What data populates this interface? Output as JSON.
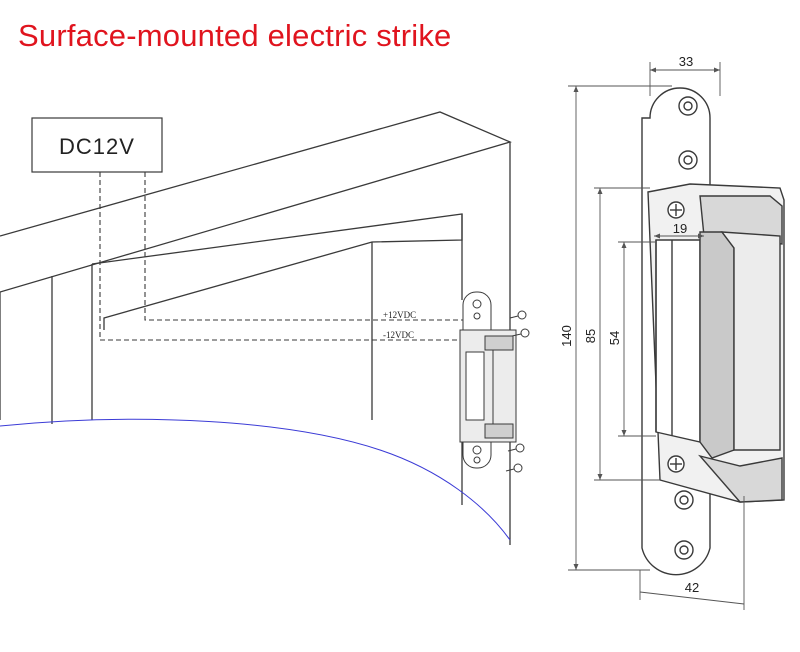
{
  "title": "Surface-mounted electric strike",
  "power_supply": {
    "label": "DC12V"
  },
  "wiring": {
    "positive": "+12VDC",
    "negative": "-12VDC"
  },
  "dimensions": {
    "top_width": "33",
    "bottom_width": "42",
    "overall_height": "140",
    "body_height": "85",
    "keeper_height": "54",
    "keeper_width": "19"
  },
  "colors": {
    "title": "#e0141e",
    "line": "#3a3a3a",
    "wall_curve": "#3b3bd6",
    "fill": "#ffffff",
    "shade": "#d8d8d8"
  }
}
